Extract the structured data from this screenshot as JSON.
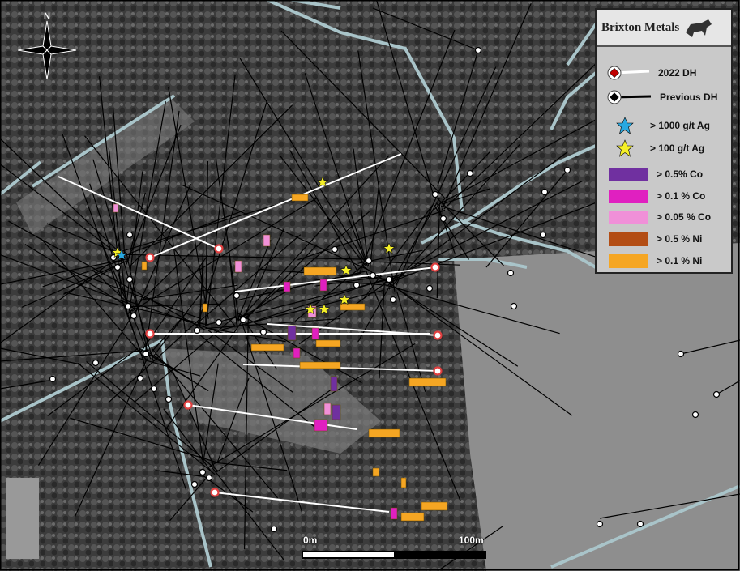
{
  "legend": {
    "company": "Brixton Metals",
    "items": [
      {
        "label": "2022 DH",
        "symbol": "red-diamond-white-line"
      },
      {
        "label": "Previous DH",
        "symbol": "black-diamond-black-line"
      },
      {
        "label": "> 1000 g/t Ag",
        "color": "#29a8e0"
      },
      {
        "label": "> 100 g/t Ag",
        "color": "#f5f028"
      },
      {
        "label": "> 0.5% Co",
        "color": "#7030a0"
      },
      {
        "label": "> 0.1 % Co",
        "color": "#e020c0"
      },
      {
        "label": "> 0.05 % Co",
        "color": "#f090d8"
      },
      {
        "label": "> 0.5 %  Ni",
        "color": "#b34d14"
      },
      {
        "label": "> 0.1 % Ni",
        "color": "#f5a623"
      }
    ]
  },
  "north_arrow": {
    "label": "N"
  },
  "scale_bar": {
    "start": "0m",
    "end": "100m"
  }
}
